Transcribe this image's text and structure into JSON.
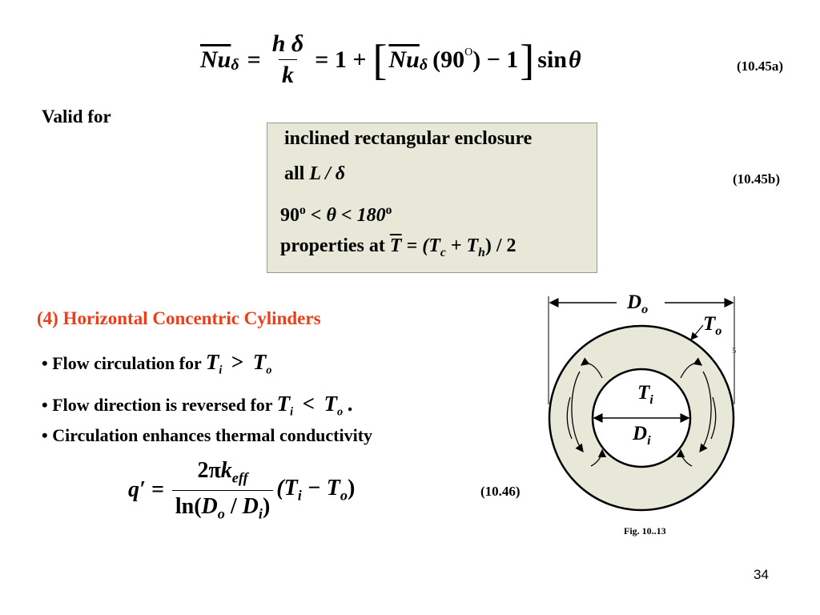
{
  "eq_a": {
    "lhs_nu": "Nu",
    "delta": "δ",
    "eq1": "=",
    "frac_num": "h δ",
    "frac_den": "k",
    "eq2": "= 1 +",
    "nu2": "Nu",
    "arg": "(90",
    "deg": "O",
    "arg_close": ") − 1",
    "sin": "sin",
    "theta": "θ",
    "number": "(10.45a)"
  },
  "valid_for": "Valid for",
  "validity_box": {
    "line1": "inclined rectangular enclosure",
    "line2_pre": "all",
    "line2_expr": "L / δ",
    "line3_a": "90",
    "line3_sup1": "o",
    "line3_b": "< θ < 180",
    "line3_sup2": "o",
    "line4_pre": "properties at",
    "line4_T": "T",
    "line4_mid": " = (T",
    "line4_c": "c",
    "line4_plus": " + T",
    "line4_h": "h",
    "line4_end": ") / 2",
    "number": "(10.45b)"
  },
  "section": {
    "heading": "(4) Horizontal Concentric Cylinders",
    "heading_color": "#e8401c"
  },
  "bullets": [
    {
      "text": "• Flow circulation for",
      "math_a": "T",
      "sub_a": "i",
      "op": ">",
      "math_b": "T",
      "sub_b": "o",
      "tail": ""
    },
    {
      "text": "• Flow direction is reversed for",
      "math_a": "T",
      "sub_a": "i",
      "op": "<",
      "math_b": "T",
      "sub_b": "o",
      "tail": "."
    },
    {
      "text": "• Circulation enhances thermal conductivity"
    }
  ],
  "eq_46": {
    "lhs": "q′ =",
    "num_a": "2π",
    "num_k": "k",
    "num_sub": "eff",
    "den_ln": "ln(",
    "den_D1": "D",
    "den_s1": "o",
    "den_slash": " / ",
    "den_D2": "D",
    "den_s2": "i",
    "den_close": ")",
    "rhs_a": "(T",
    "rhs_s1": "i",
    "rhs_m": " − T",
    "rhs_s2": "o",
    "rhs_close": ")",
    "number": "(10.46)"
  },
  "figure": {
    "label_Do": "D",
    "sub_Do": "o",
    "label_To": "T",
    "sub_To": "o",
    "label_Ti": "T",
    "sub_Ti": "i",
    "label_Di": "D",
    "sub_Di": "i",
    "tiny_mark": "5",
    "caption": "Fig. 10..13",
    "annulus_color": "#e8e8d8"
  },
  "page_number": "34"
}
